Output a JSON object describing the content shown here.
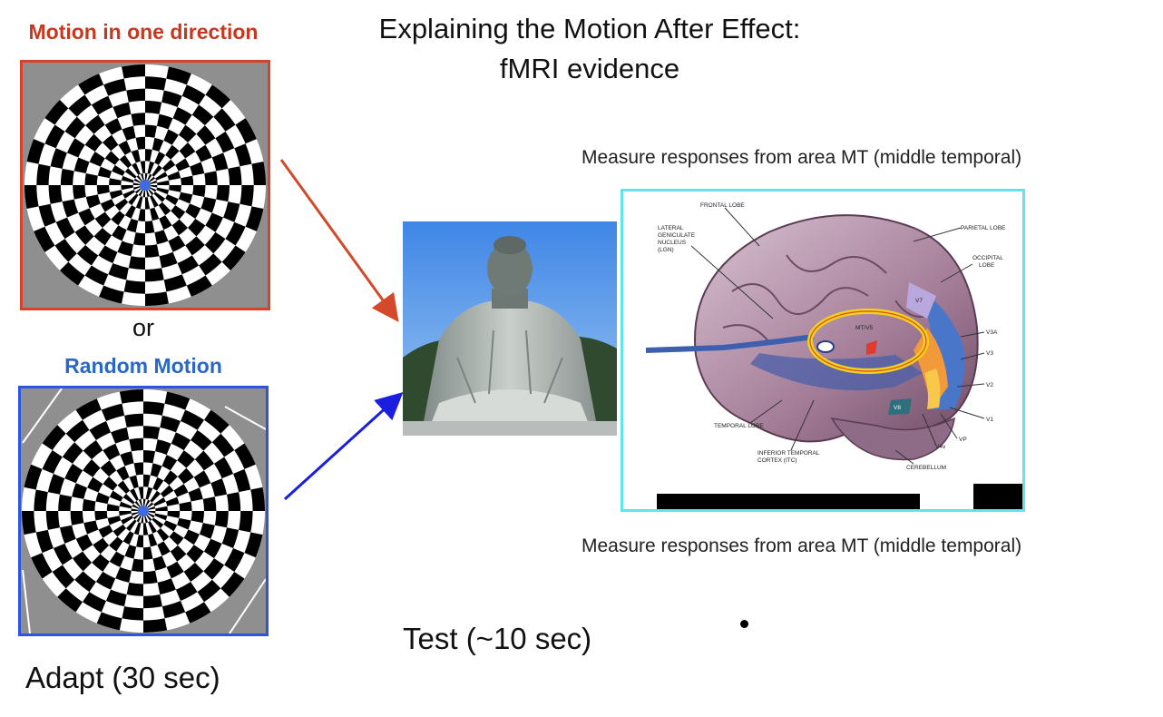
{
  "title_line1": "Explaining the Motion After Effect:",
  "title_line2": "fMRI evidence",
  "stimulus_top_label": "Motion in one direction",
  "or_text": "or",
  "stimulus_bottom_label": "Random Motion",
  "adapt_text": "Adapt (30 sec)",
  "test_text": "Test (~10 sec)",
  "measure_top": "Measure responses from area MT (middle temporal)",
  "measure_bottom": "Measure responses from area MT (middle temporal)",
  "brain_labels": {
    "frontal": "FRONTAL LOBE",
    "lgn1": "LATERAL",
    "lgn2": "GENICULATE",
    "lgn3": "NUCLEUS",
    "lgn4": "(LGN)",
    "parietal": "PARIETAL LOBE",
    "occipital1": "OCCIPITAL",
    "occipital2": "LOBE",
    "mt": "MT/V5",
    "v3a": "V3A",
    "v3": "V3",
    "v2": "V2",
    "v1": "V1",
    "vp": "VP",
    "v4v": "V4v",
    "temporal": "TEMPORAL LOBE",
    "itc1": "INFERIOR TEMPORAL",
    "itc2": "CORTEX (ITC)",
    "cerebellum": "CEREBELLUM",
    "v7": "V7",
    "v8": "V8"
  },
  "colors": {
    "red_label": "#c8381e",
    "blue_label": "#2a67c9",
    "red_frame": "#d6432a",
    "blue_frame": "#2a55e0",
    "brain_frame": "#5fe5ea",
    "mt_ring": "#f2d21b"
  }
}
